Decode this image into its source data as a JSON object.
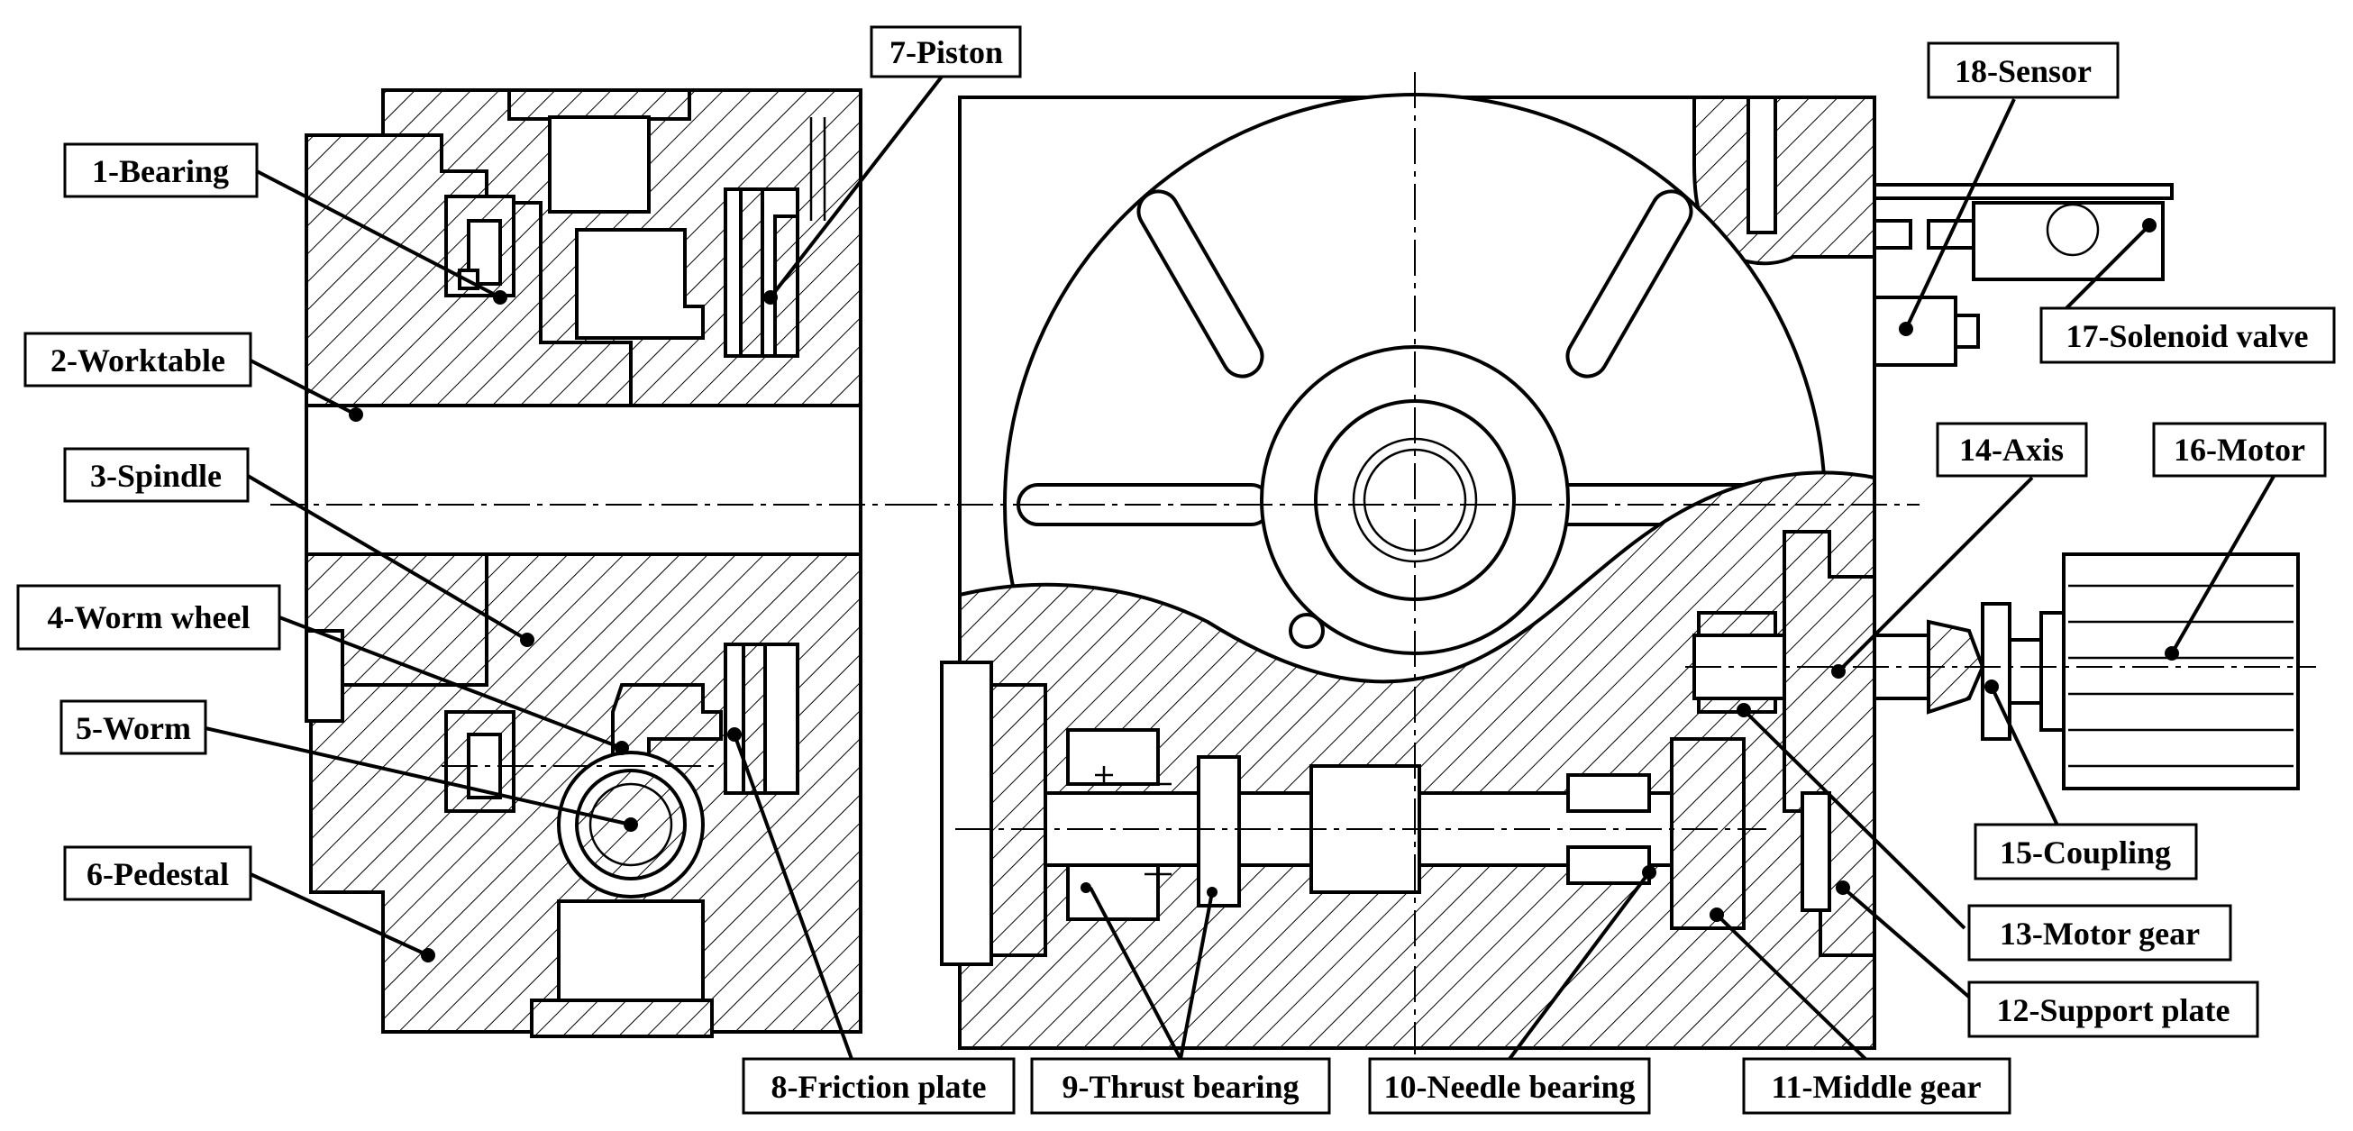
{
  "labels": [
    {
      "id": "bearing",
      "text": "1-Bearing"
    },
    {
      "id": "worktable",
      "text": "2-Worktable"
    },
    {
      "id": "spindle",
      "text": "3-Spindle"
    },
    {
      "id": "worm-wheel",
      "text": "4-Worm wheel"
    },
    {
      "id": "worm",
      "text": "5-Worm"
    },
    {
      "id": "pedestal",
      "text": "6-Pedestal"
    },
    {
      "id": "piston",
      "text": "7-Piston"
    },
    {
      "id": "friction-plate",
      "text": "8-Friction plate"
    },
    {
      "id": "thrust-bearing",
      "text": "9-Thrust bearing"
    },
    {
      "id": "needle-bearing",
      "text": "10-Needle bearing"
    },
    {
      "id": "middle-gear",
      "text": "11-Middle gear"
    },
    {
      "id": "support-plate",
      "text": "12-Support plate"
    },
    {
      "id": "motor-gear",
      "text": "13-Motor gear"
    },
    {
      "id": "axis",
      "text": "14-Axis"
    },
    {
      "id": "coupling",
      "text": "15-Coupling"
    },
    {
      "id": "motor",
      "text": "16-Motor"
    },
    {
      "id": "solenoid-valve",
      "text": "17-Solenoid valve"
    },
    {
      "id": "sensor",
      "text": "18-Sensor"
    }
  ]
}
